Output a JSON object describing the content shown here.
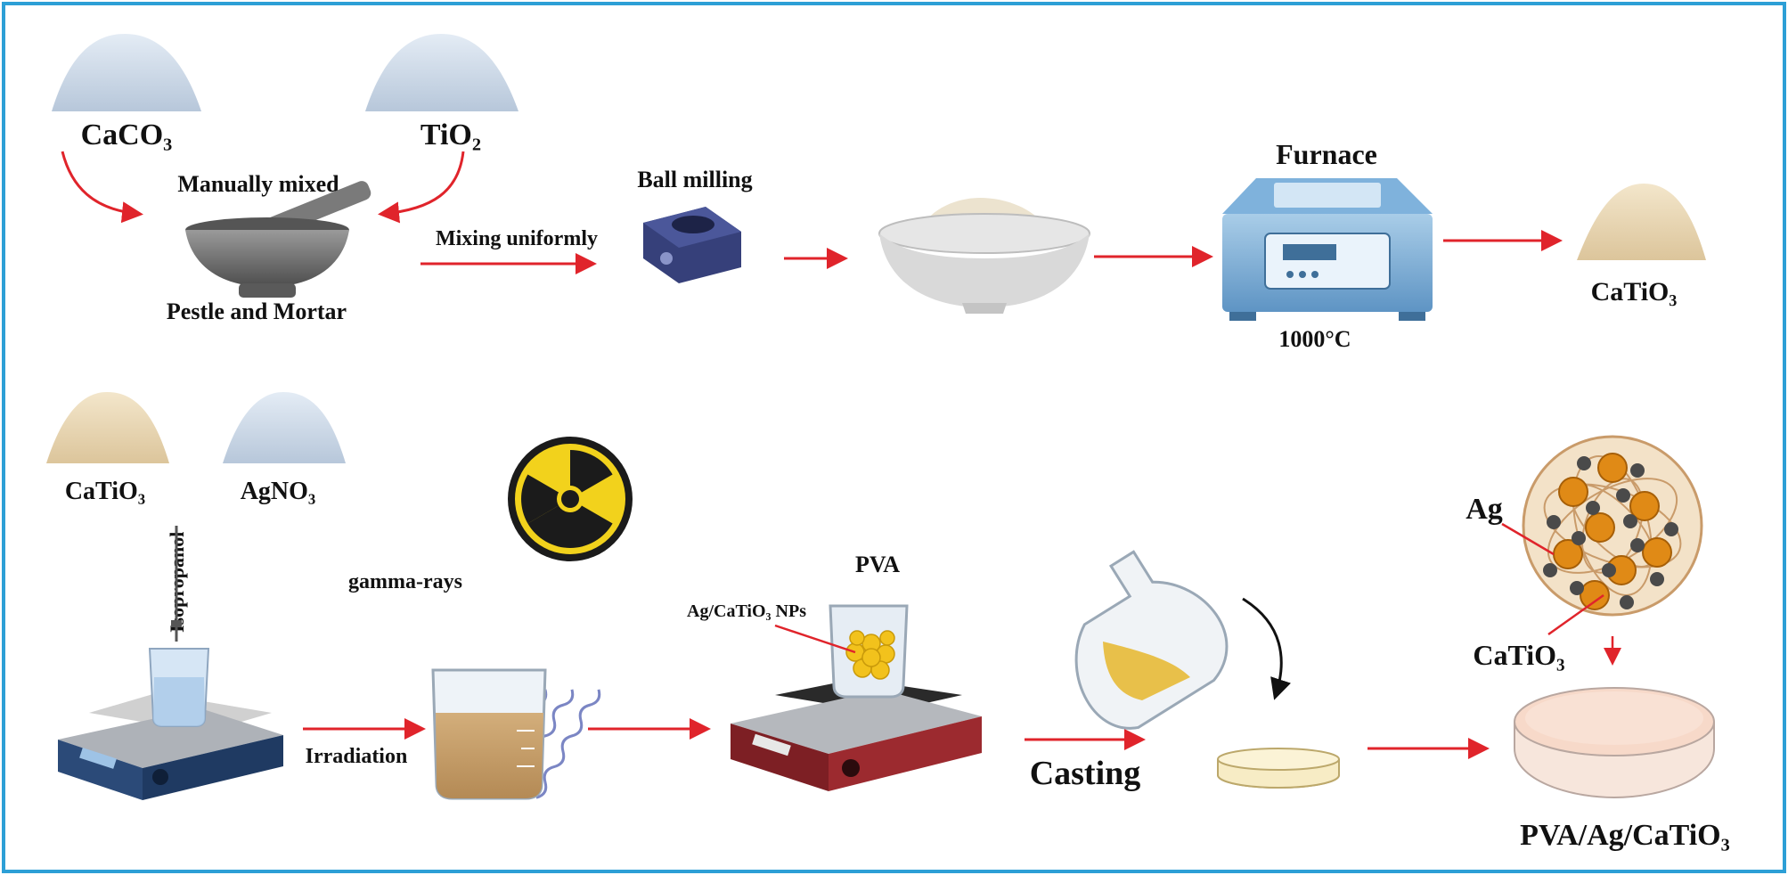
{
  "colors": {
    "border": "#2d9fd6",
    "arrow": "#e0242b",
    "text": "#111111",
    "powder_white": "#cfdbe8",
    "powder_cream": "#ead9b8",
    "hazard_yellow": "#f2d21c",
    "wave": "#7b86c4",
    "solution": "#c9a06a",
    "film": "#f7d9c9",
    "particle": "#e08a16",
    "dot": "#4a4a4a"
  },
  "top_row": {
    "caco3": "CaCO₃",
    "tio2": "TiO₂",
    "manually_mixed": "Manually mixed",
    "pestle_mortar": "Pestle and Mortar",
    "mixing_uniformly": "Mixing uniformly",
    "ball_milling": "Ball milling",
    "furnace": "Furnace",
    "temperature": "1000°C",
    "catio3_product": "CaTiO₃"
  },
  "bottom_row": {
    "catio3": "CaTiO₃",
    "agno3": "AgNO₃",
    "isopropanol": "Isopropanol",
    "gamma_rays": "gamma-rays",
    "irradiation": "Irradiation",
    "pva": "PVA",
    "nps": "Ag/CaTiO₃ NPs",
    "casting": "Casting",
    "ag": "Ag",
    "catio3_label": "CaTiO₃",
    "final_product": "PVA/Ag/CaTiO₃"
  },
  "icons": [
    "powder-pile-icon",
    "mortar-pestle-icon",
    "ball-mill-icon",
    "bowl-icon",
    "furnace-icon",
    "hotplate-icon",
    "beaker-icon",
    "radiation-hazard-icon",
    "gamma-wave-icon",
    "flask-icon",
    "petri-dish-icon",
    "nanocomposite-sphere-icon",
    "arrow-icon"
  ]
}
